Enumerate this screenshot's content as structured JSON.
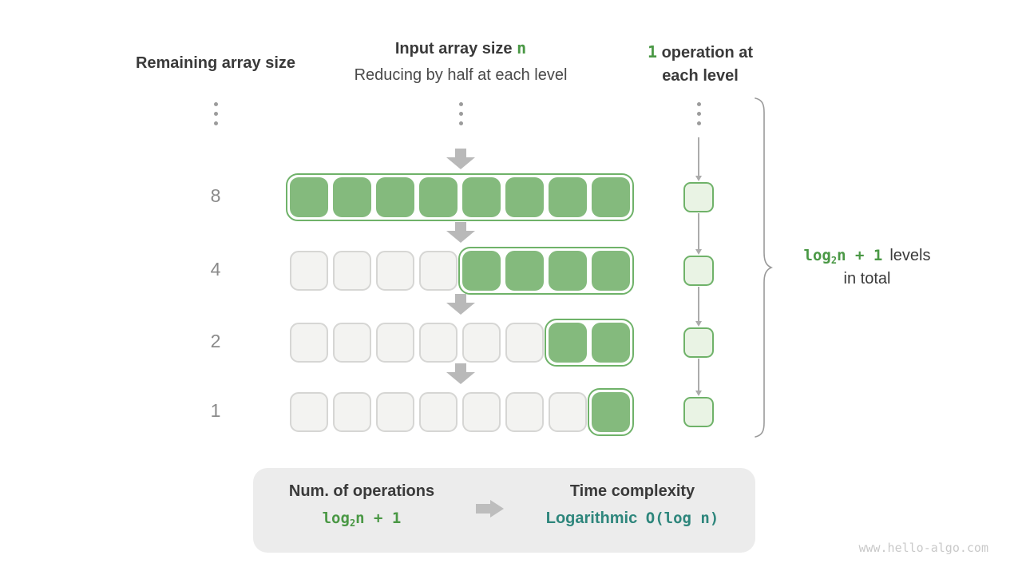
{
  "colors": {
    "green_fill": "#84BA7D",
    "green_border": "#6FB269",
    "light_green": "#E9F3E4",
    "gray_fill": "#F3F3F1",
    "gray_border": "#D6D6D4",
    "arrow_gray": "#B9B9B9",
    "green_text": "#4A9845",
    "teal": "#2E867C"
  },
  "headers": {
    "left": "Remaining array size",
    "middle_title": "Input array size ",
    "middle_n": "n",
    "middle_subtitle": "Reducing by half at each level",
    "right_num": "1",
    "right_line1": " operation at",
    "right_line2": "each level"
  },
  "diagram": {
    "total_cells": 8,
    "rows": [
      {
        "label": "8",
        "gray": 0,
        "green": 8
      },
      {
        "label": "4",
        "gray": 4,
        "green": 4
      },
      {
        "label": "2",
        "gray": 6,
        "green": 2
      },
      {
        "label": "1",
        "gray": 7,
        "green": 1
      }
    ]
  },
  "brace_label": {
    "code_pre": "log",
    "code_sub": "2",
    "code_post": "n + 1",
    "line1_rest": "levels",
    "line2": "in total"
  },
  "summary": {
    "left_title": "Num. of operations",
    "left_code_pre": "log",
    "left_code_sub": "2",
    "left_code_post": "n + 1",
    "right_title": "Time complexity",
    "right_value_word": "Logarithmic",
    "right_value_code": "O(log n)"
  },
  "watermark": "www.hello-algo.com"
}
